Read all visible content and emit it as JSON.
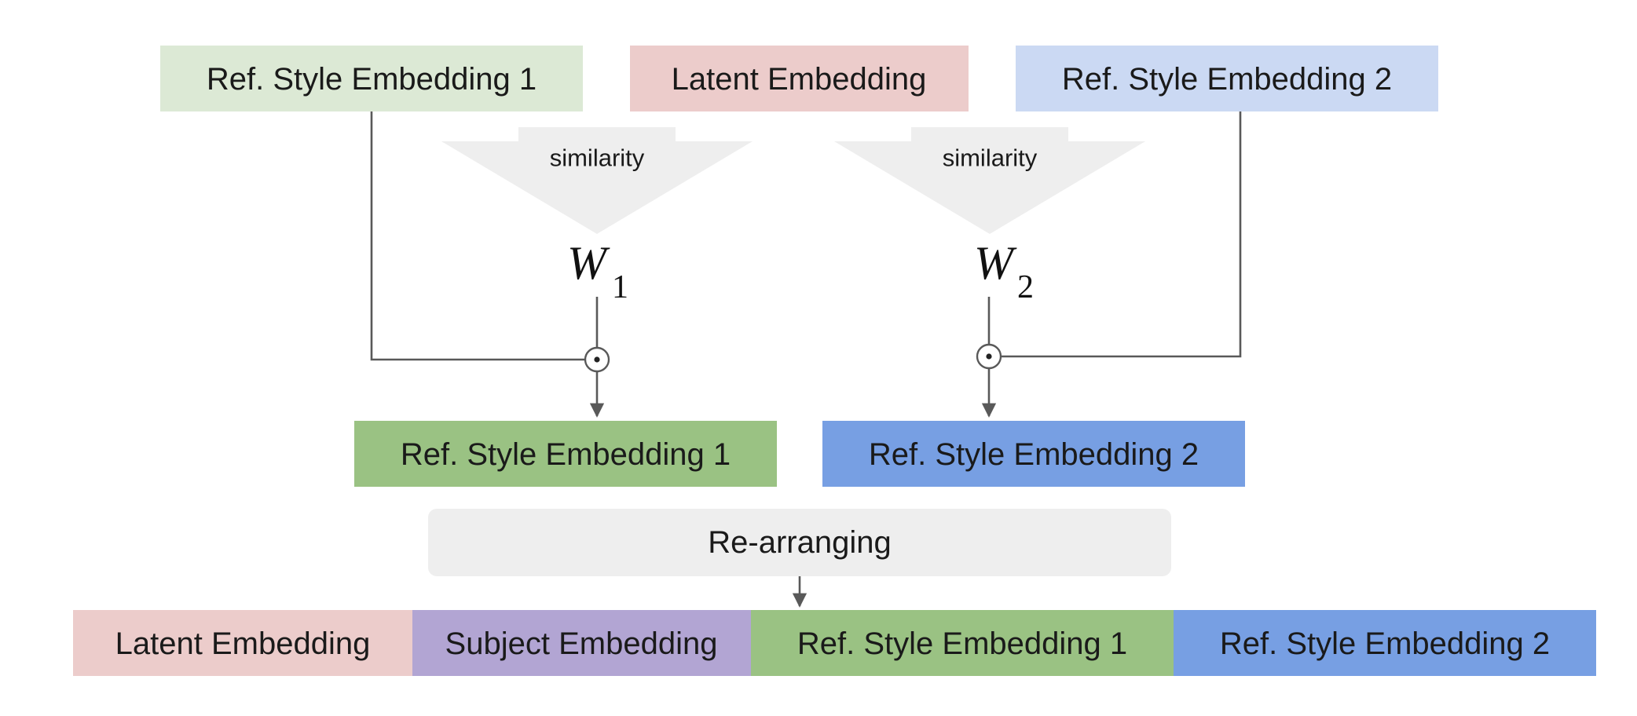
{
  "colors": {
    "style1_light": "#dce9d5",
    "style1_dark": "#9ac283",
    "style2_light": "#cbd9f3",
    "style2_dark": "#779fe3",
    "latent": "#eccccb",
    "subject": "#b2a5d3",
    "neutral": "#eeeeee",
    "line": "#595959"
  },
  "top_row": {
    "style_embedding_1": "Ref. Style Embedding 1",
    "latent_embedding": "Latent Embedding",
    "style_embedding_2": "Ref. Style Embedding 2"
  },
  "similarity": {
    "left_label": "similarity",
    "right_label": "similarity"
  },
  "weights": {
    "w1_symbol": "W",
    "w1_sub": "1",
    "w2_symbol": "W",
    "w2_sub": "2"
  },
  "operator_symbol": "⊙",
  "weighted_row": {
    "style_embedding_1": "Ref. Style Embedding 1",
    "style_embedding_2": "Ref. Style Embedding 2"
  },
  "rearranging": {
    "label": "Re-arranging"
  },
  "bottom_row": {
    "latent_embedding": "Latent Embedding",
    "subject_embedding": "Subject Embedding",
    "style_embedding_1": "Ref. Style Embedding 1",
    "style_embedding_2": "Ref. Style Embedding 2"
  }
}
